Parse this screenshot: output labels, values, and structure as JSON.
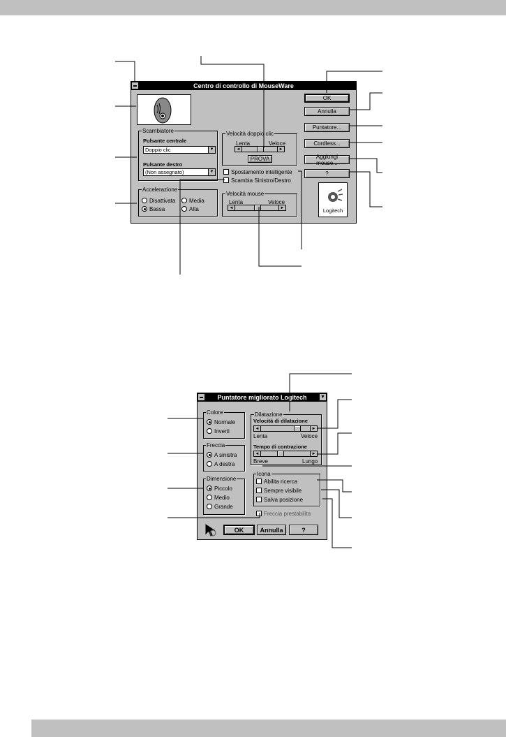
{
  "win1": {
    "title": "Centro di controllo di MouseWare",
    "buttons": {
      "ok": "OK",
      "annulla": "Annulla",
      "puntatore": "Puntatore...",
      "cordless": "Cordless...",
      "aggiungi": "Aggiungi mouse...",
      "help": "?"
    },
    "scambiatore": {
      "label": "Scambiatore",
      "centrale_label": "Pulsante centrale",
      "centrale_value": "Doppio clic",
      "destro_label": "Pulsante destro",
      "destro_value": "(Non assegnato)"
    },
    "doppio_clic": {
      "label": "Velocità doppio clic",
      "lenta": "Lenta",
      "veloce": "Veloce",
      "prova": "PROVA",
      "level": 0.5
    },
    "spostamento": "Spostamento intelligente",
    "scambia": "Scambia Sinistro/Destro",
    "accelerazione": {
      "label": "Accelerazione",
      "options": [
        "Disattivata",
        "Media",
        "Bassa",
        "Alta"
      ],
      "selected": "Bassa"
    },
    "velocita_mouse": {
      "label": "Velocità mouse",
      "lenta": "Lenta",
      "veloce": "Veloce",
      "level": 0.5
    },
    "logo": "Logitech"
  },
  "win2": {
    "title": "Puntatore migliorato Logitech",
    "colore": {
      "label": "Colore",
      "options": [
        "Normale",
        "Inverti"
      ],
      "selected": "Normale"
    },
    "freccia": {
      "label": "Freccia",
      "options": [
        "A sinistra",
        "A destra"
      ],
      "selected": "A sinistra"
    },
    "dimensione": {
      "label": "Dimensione",
      "options": [
        "Piccolo",
        "Medio",
        "Grande"
      ],
      "selected": "Piccolo"
    },
    "dilatazione": {
      "label": "Dilatazione",
      "velocita_label": "Velocità di dilatazione",
      "lenta": "Lenta",
      "veloce": "Veloce",
      "velocita_level": 0.75,
      "tempo_label": "Tempo di contrazione",
      "breve": "Breve",
      "lungo": "Lungo",
      "tempo_level": 0.38
    },
    "icona": {
      "label": "Icona",
      "options": [
        "Abilita ricerca",
        "Sempre visibile",
        "Salva posizione"
      ]
    },
    "freccia_prestabilita": "Freccia prestabilita",
    "buttons": {
      "ok": "OK",
      "annulla": "Annulla",
      "help": "?"
    }
  },
  "colors": {
    "window_bg": "#c0c0c0",
    "titlebar": "#000000"
  }
}
